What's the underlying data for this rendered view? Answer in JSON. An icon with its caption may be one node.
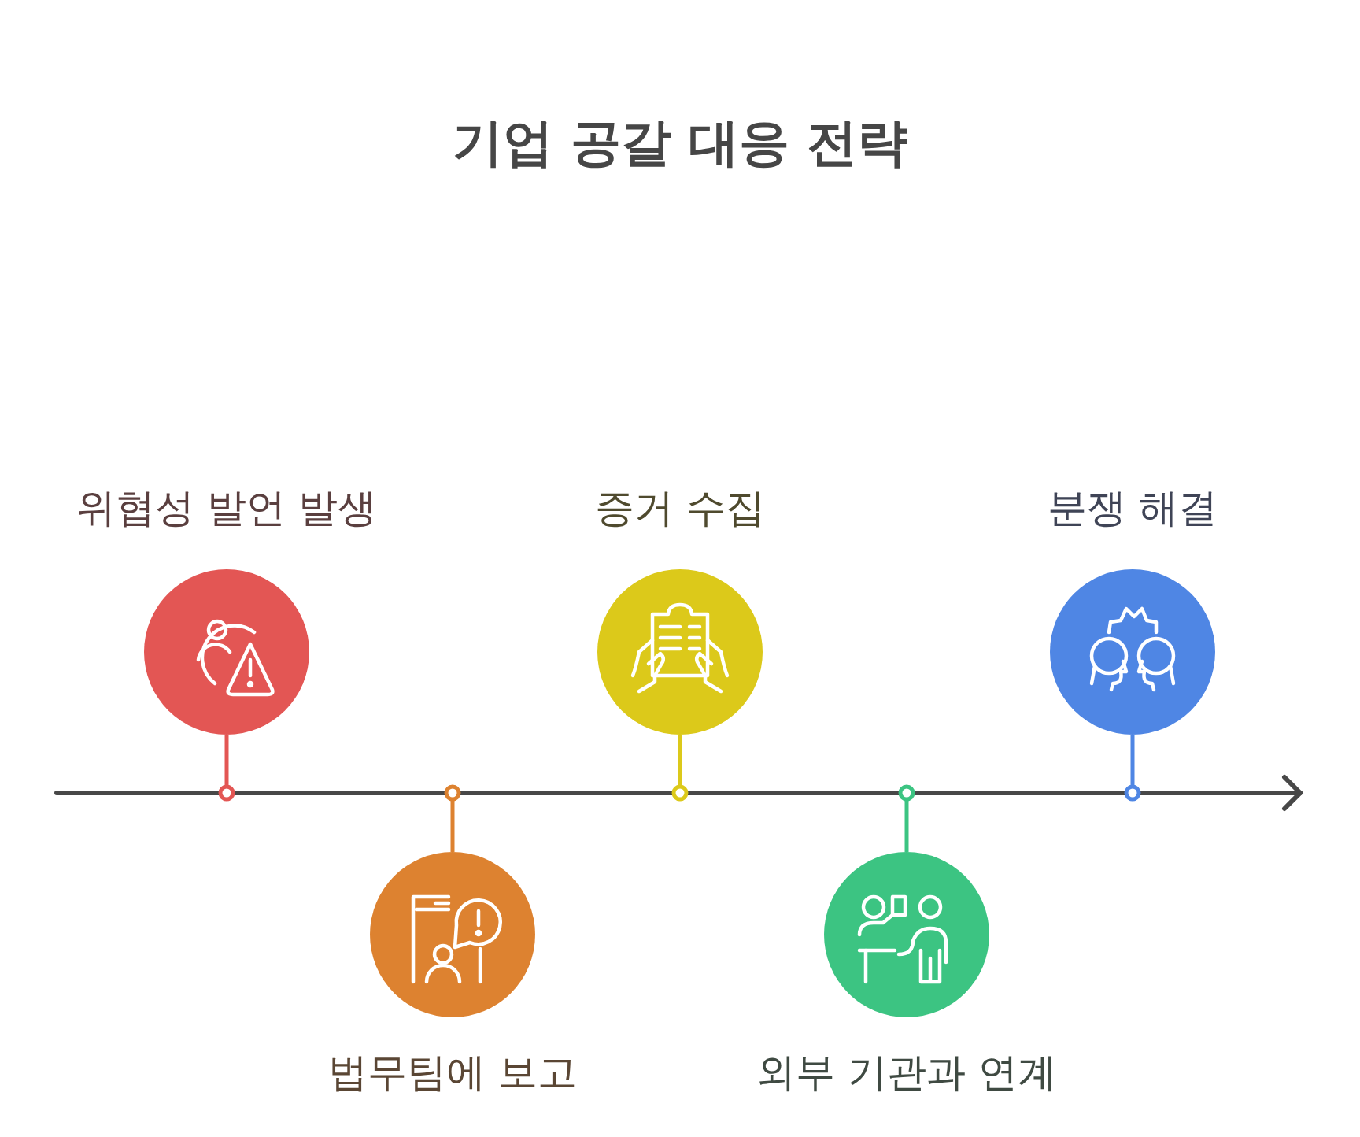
{
  "diagram": {
    "title": "기업 공갈 대응 전략",
    "nodes": [
      {
        "text": [
          "위협성 발언 발생"
        ]
      },
      {
        "text": [
          "법무팀에 보고"
        ]
      },
      {
        "text": [
          "증거 수집"
        ]
      },
      {
        "text": [
          "외부 기관과 연계"
        ]
      },
      {
        "text": [
          "분쟁 해결"
        ]
      }
    ]
  }
}
